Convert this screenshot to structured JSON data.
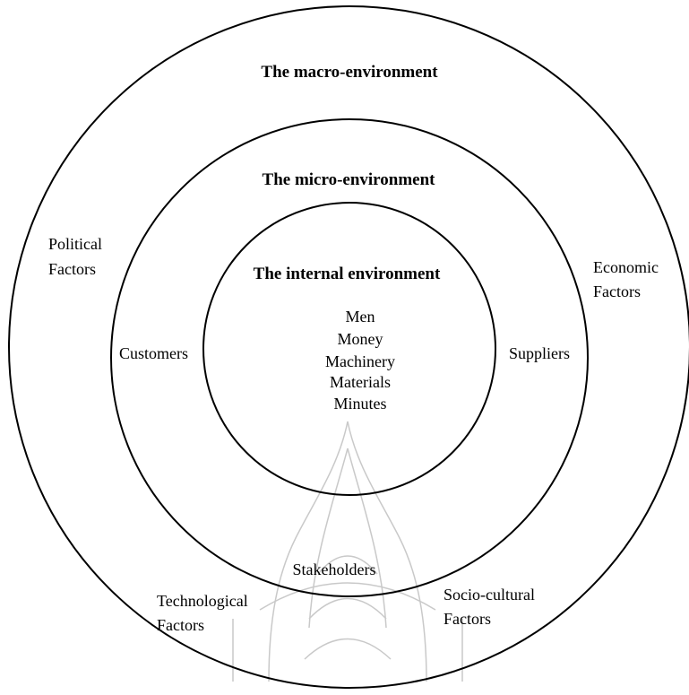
{
  "diagram": {
    "outer_ring": {
      "title": "The macro-environment",
      "factors": {
        "political": [
          "Political",
          "Factors"
        ],
        "economic": [
          "Economic",
          "Factors"
        ],
        "technological": [
          "Technological",
          "Factors"
        ],
        "socio_cultural": [
          "Socio-cultural",
          "Factors"
        ]
      }
    },
    "middle_ring": {
      "title": "The micro-environment",
      "left": "Customers",
      "right": "Suppliers",
      "bottom": "Stakeholders"
    },
    "inner_circle": {
      "title": "The internal environment",
      "items": [
        "Men",
        "Money",
        "Machinery",
        "Materials",
        "Minutes"
      ]
    },
    "colors": {
      "stroke": "#000000",
      "watermark": "#c9c9c9"
    }
  }
}
